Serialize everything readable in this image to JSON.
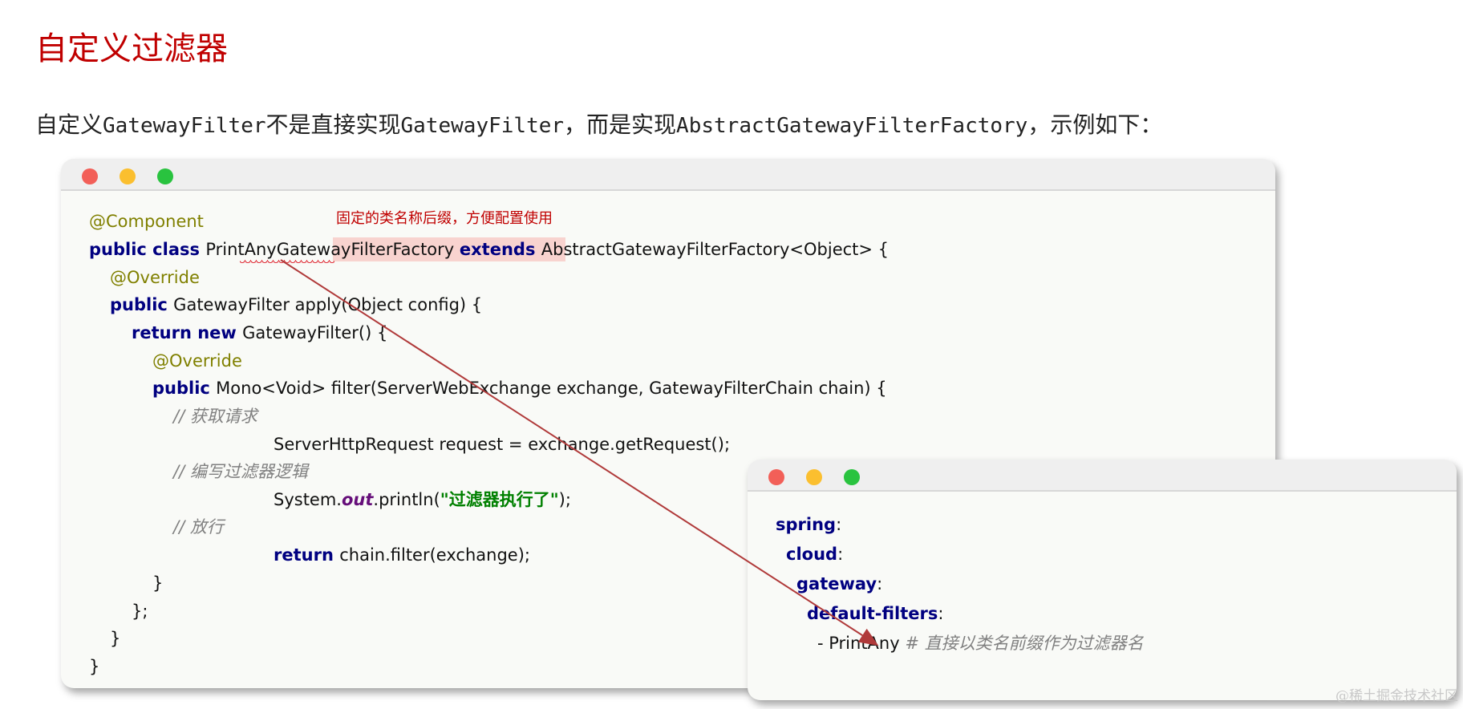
{
  "title": "自定义过滤器",
  "intro": {
    "p1": "自定义",
    "m1": "GatewayFilter",
    "p2": "不是直接实现",
    "m2": "GatewayFilter",
    "p3": "，而是实现",
    "m3": "AbstractGatewayFilterFactory",
    "p4": "，示例如下："
  },
  "annotation_note": "固定的类名称后缀，方便配置使用",
  "java": {
    "l1": "@Component",
    "l2_kw": "public class ",
    "l2_a": "PrintAnyGatewayFilterFactory ",
    "l2_kw2": "extends ",
    "l2_b": "AbstractGatewayFilterFactory<Object> {",
    "l3": "@Override",
    "l4_kw": "public ",
    "l4_a": "GatewayFilter apply(Object config) {",
    "l5_kw": "return new ",
    "l5_a": "GatewayFilter() {",
    "l6": "@Override",
    "l7_kw": "public ",
    "l7_a": "Mono<Void> filter(ServerWebExchange exchange, GatewayFilterChain chain) {",
    "l8": "// 获取请求",
    "l9": "ServerHttpRequest request = exchange.getRequest();",
    "l10": "// 编写过滤器逻辑",
    "l11_a": "System.",
    "l11_field": "out",
    "l11_b": ".println(",
    "l11_str": "\"过滤器执行了\"",
    "l11_c": ");",
    "l12": "// 放行",
    "l13_kw": "return ",
    "l13_a": "chain.filter(exchange);",
    "l14": "}",
    "l15": "};",
    "l16": "}",
    "l17": "}"
  },
  "yaml": {
    "k1": "spring",
    "k2": "cloud",
    "k3": "gateway",
    "k4": "default-filters",
    "colon": ":",
    "item": "- PrintAny ",
    "comment": "# 直接以类名前缀作为过滤器名"
  },
  "watermark": "@稀土掘金技术社区",
  "colors": {
    "title": "#c00000",
    "keyword": "#000080",
    "annotation": "#808000",
    "comment": "#808080",
    "string": "#008000",
    "arrow": "#b03a3a"
  }
}
